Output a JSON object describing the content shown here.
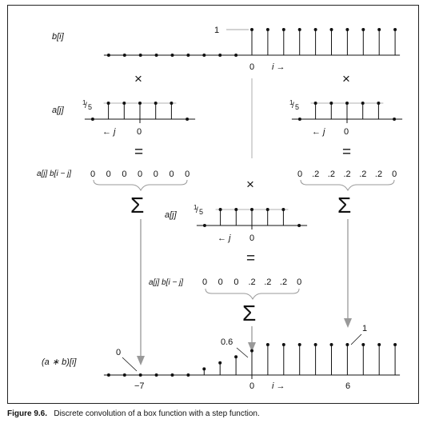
{
  "figure": {
    "caption_label": "Figure 9.6.",
    "caption_text": "Discrete convolution of a box function with a step function."
  },
  "labels": {
    "b_i": "b[i]",
    "a_j": "a[j]",
    "product": "a[j] b[i − j]",
    "result": "(a ∗ b)[i]",
    "one": "1",
    "fifth_num": "1",
    "fifth_den": "5",
    "zero": "0",
    "i_axis": "i →",
    "j_axis": "← j",
    "times": "×",
    "equals": "=",
    "sigma": "Σ",
    "minus_seven": "−7",
    "six": "6",
    "zero_point_six": "0.6"
  },
  "products": {
    "left": [
      "0",
      "0",
      "0",
      "0",
      "0",
      "0",
      "0"
    ],
    "middle": [
      "0",
      "0",
      "0",
      ".2",
      ".2",
      ".2",
      "0"
    ],
    "right": [
      "0",
      ".2",
      ".2",
      ".2",
      ".2",
      ".2",
      "0"
    ]
  },
  "step_signal_b": {
    "n": [
      -9,
      -8,
      -7,
      -6,
      -5,
      -4,
      -3,
      -2,
      -1,
      0,
      1,
      2,
      3,
      4,
      5,
      6,
      7,
      8,
      9
    ],
    "value": [
      0,
      0,
      0,
      0,
      0,
      0,
      0,
      0,
      0,
      1,
      1,
      1,
      1,
      1,
      1,
      1,
      1,
      1,
      1
    ]
  },
  "box_signal_a": {
    "n": [
      -3,
      -2,
      -1,
      0,
      1,
      2,
      3
    ],
    "value": [
      0,
      0.2,
      0.2,
      0.2,
      0.2,
      0.2,
      0
    ]
  },
  "convolution_result": {
    "n": [
      -9,
      -8,
      -7,
      -6,
      -5,
      -4,
      -3,
      -2,
      -1,
      0,
      1,
      2,
      3,
      4,
      5,
      6,
      7,
      8,
      9
    ],
    "value": [
      0,
      0,
      0,
      0,
      0,
      0,
      0.2,
      0.4,
      0.6,
      0.8,
      1,
      1,
      1,
      1,
      1,
      1,
      1,
      1,
      1
    ]
  }
}
